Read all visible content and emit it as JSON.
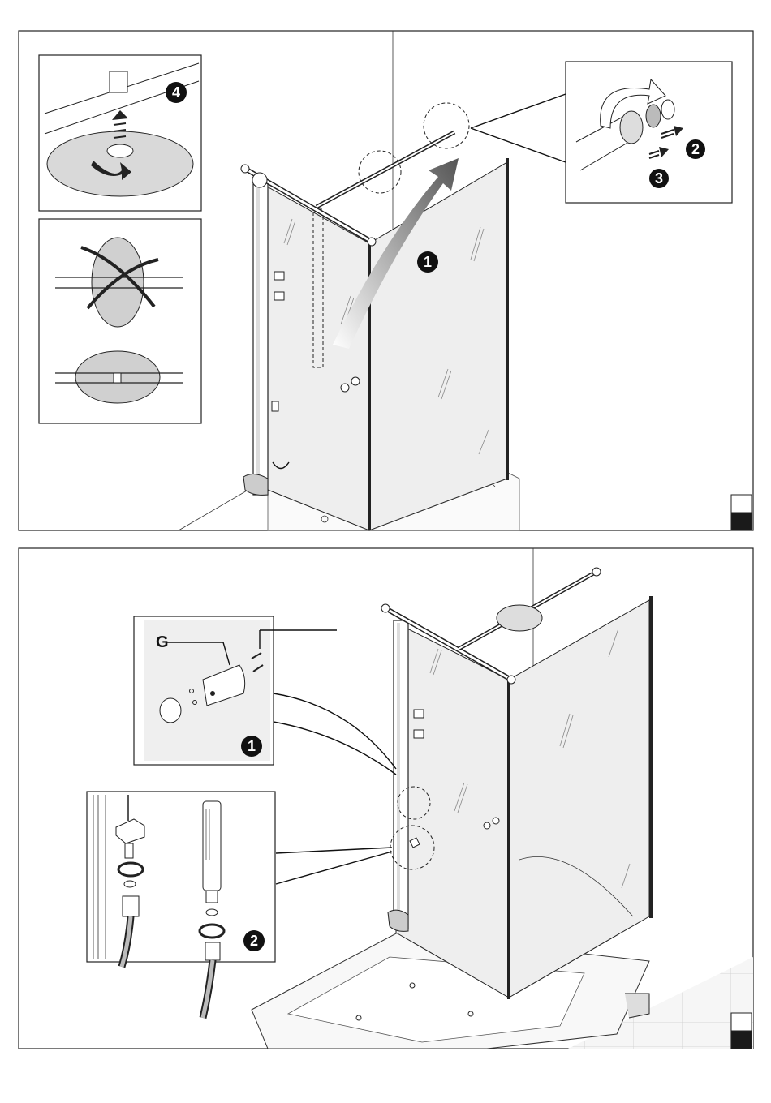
{
  "panel_top": {
    "step_badges": [
      "1",
      "2",
      "3",
      "4"
    ],
    "corner_box_colors": [
      "#ffffff",
      "#1a1a1a"
    ]
  },
  "panel_bottom": {
    "step_badges": [
      "1",
      "2"
    ],
    "part_label": "G",
    "corner_box_colors": [
      "#ffffff",
      "#1a1a1a"
    ]
  }
}
